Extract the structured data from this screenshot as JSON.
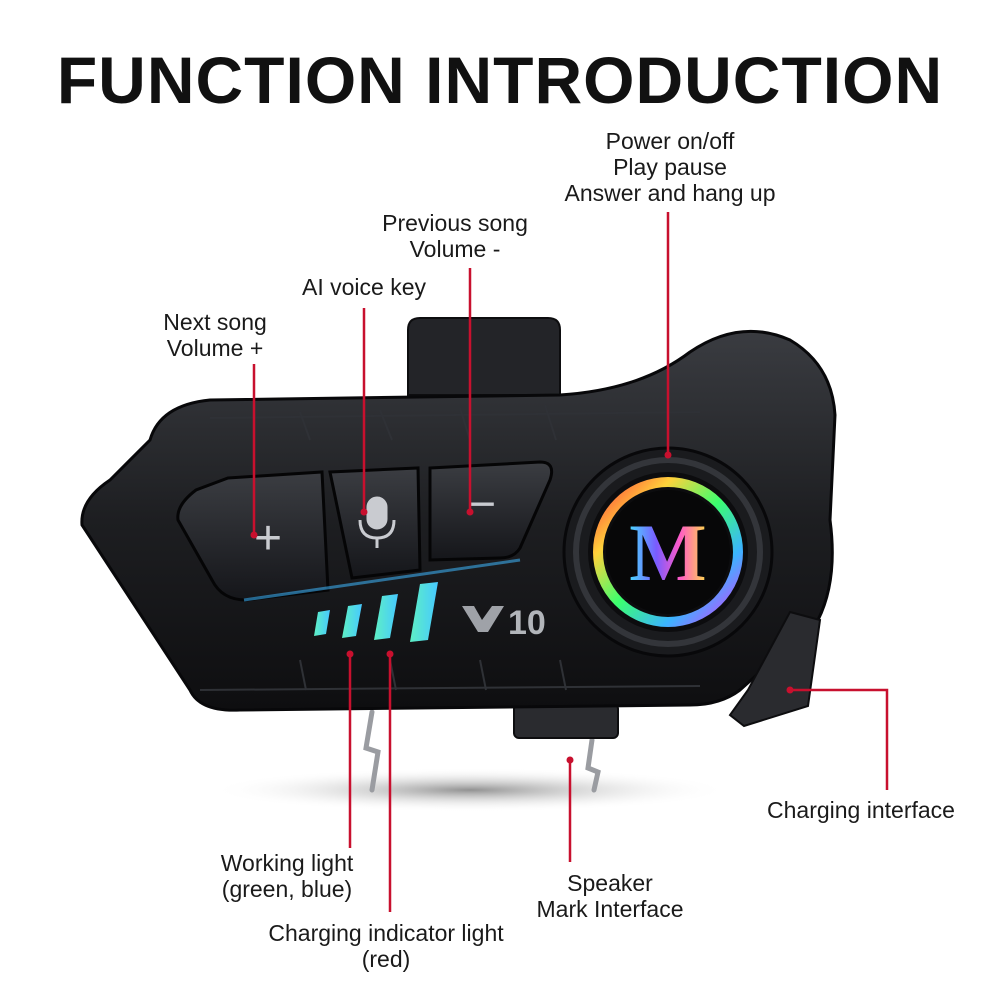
{
  "title": "FUNCTION INTRODUCTION",
  "device": {
    "model_badge": "10",
    "logo_letter": "M",
    "buttons": {
      "plus_glyph": "+",
      "minus_glyph": "−"
    }
  },
  "callouts": {
    "power": {
      "lines": [
        "Power on/off",
        "Play pause",
        "Answer and hang up"
      ]
    },
    "previous": {
      "lines": [
        "Previous song",
        "Volume -"
      ]
    },
    "ai_voice": {
      "lines": [
        "AI voice key"
      ]
    },
    "next": {
      "lines": [
        "Next song",
        "Volume +"
      ]
    },
    "charging_interface": {
      "lines": [
        "Charging interface"
      ]
    },
    "working_light": {
      "lines": [
        "Working light",
        "(green, blue)"
      ]
    },
    "charging_indicator": {
      "lines": [
        "Charging indicator light",
        "(red)"
      ]
    },
    "speaker": {
      "lines": [
        "Speaker",
        "Mark Interface"
      ]
    }
  },
  "colors": {
    "leader_line": "#c8102e",
    "body_dark": "#1c1d20",
    "led_blue": "#47c9ff",
    "led_green": "#5ef0c4"
  }
}
